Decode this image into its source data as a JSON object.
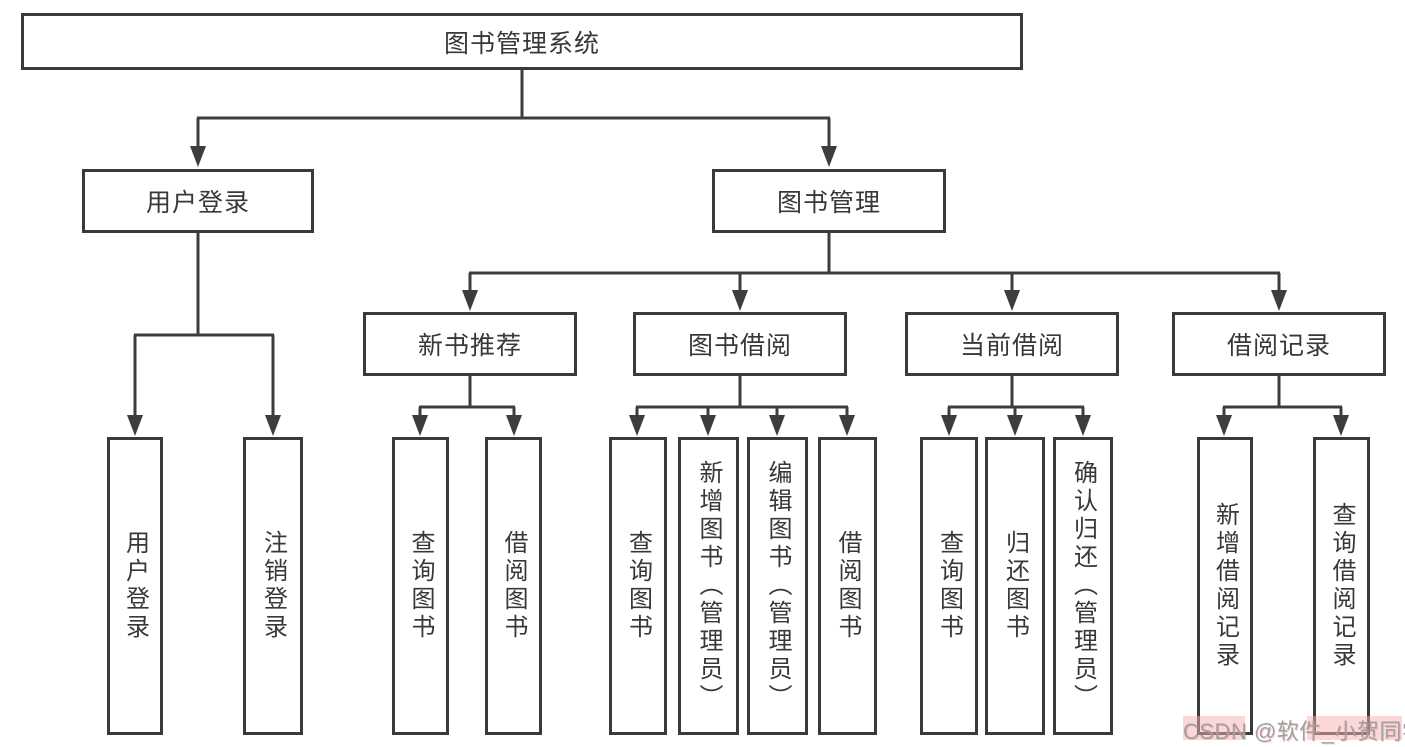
{
  "diagram": {
    "title": "图书管理系统",
    "colors": {
      "line": "#3d3d3d",
      "box_border": "#3a3a3a",
      "text": "#383838",
      "background": "#ffffff",
      "watermark_text": "#a0a0a0",
      "watermark_highlight": "#f7b0b0"
    },
    "root": {
      "label": "图书管理系统"
    },
    "level2": [
      {
        "label": "用户登录"
      },
      {
        "label": "图书管理"
      }
    ],
    "level3": [
      {
        "label": "新书推荐",
        "parent": "图书管理"
      },
      {
        "label": "图书借阅",
        "parent": "图书管理"
      },
      {
        "label": "当前借阅",
        "parent": "图书管理"
      },
      {
        "label": "借阅记录",
        "parent": "图书管理"
      }
    ],
    "leaves": [
      {
        "label": "用户登录",
        "parent": "用户登录"
      },
      {
        "label": "注销登录",
        "parent": "用户登录"
      },
      {
        "label": "查询图书",
        "parent": "新书推荐"
      },
      {
        "label": "借阅图书",
        "parent": "新书推荐"
      },
      {
        "label": "查询图书",
        "parent": "图书借阅"
      },
      {
        "label": "新增图书（管理员）",
        "parent": "图书借阅"
      },
      {
        "label": "编辑图书（管理员）",
        "parent": "图书借阅"
      },
      {
        "label": "借阅图书",
        "parent": "图书借阅"
      },
      {
        "label": "查询图书",
        "parent": "当前借阅"
      },
      {
        "label": "归还图书",
        "parent": "当前借阅"
      },
      {
        "label": "确认归还（管理员）",
        "parent": "当前借阅"
      },
      {
        "label": "新增借阅记录",
        "parent": "借阅记录"
      },
      {
        "label": "查询借阅记录",
        "parent": "借阅记录"
      }
    ],
    "watermark": "CSDN @软件_小贺同学"
  }
}
